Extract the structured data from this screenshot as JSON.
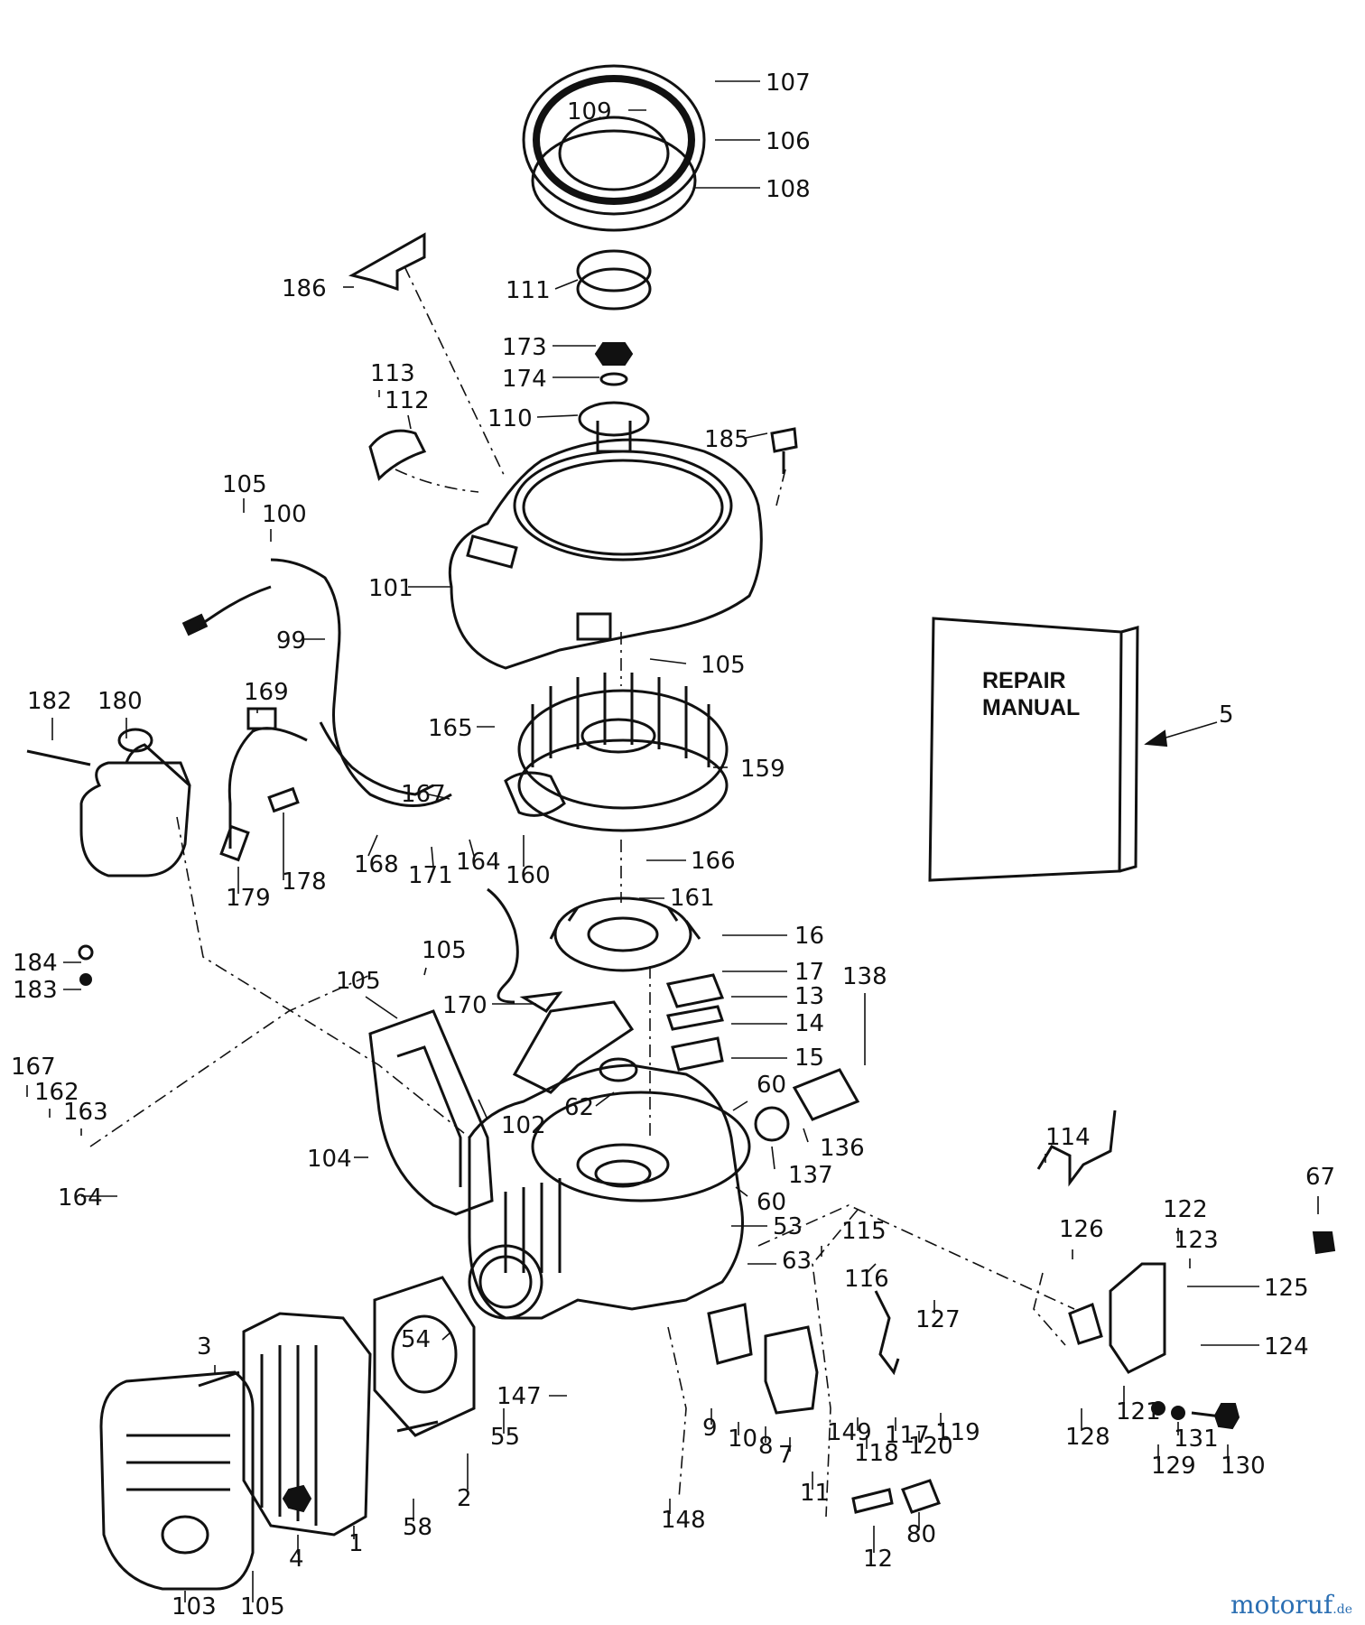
{
  "manual": {
    "line1": "REPAIR",
    "line2": "MANUAL"
  },
  "callouts": [
    "107",
    "109",
    "106",
    "108",
    "186",
    "111",
    "173",
    "174",
    "113",
    "112",
    "110",
    "185",
    "105",
    "100",
    "101",
    "99",
    "105",
    "182",
    "180",
    "169",
    "165",
    "159",
    "167",
    "179",
    "178",
    "168",
    "171",
    "164",
    "160",
    "166",
    "161",
    "184",
    "183",
    "105",
    "16",
    "17",
    "13",
    "14",
    "15",
    "138",
    "170",
    "105",
    "167",
    "162",
    "163",
    "164",
    "102",
    "62",
    "60",
    "136",
    "137",
    "104",
    "114",
    "60",
    "53",
    "63",
    "115",
    "126",
    "122",
    "123",
    "67",
    "125",
    "116",
    "127",
    "124",
    "54",
    "3",
    "147",
    "55",
    "9",
    "10",
    "8",
    "7",
    "11",
    "149",
    "118",
    "117",
    "120",
    "119",
    "128",
    "121",
    "129",
    "131",
    "130",
    "58",
    "2",
    "148",
    "12",
    "80",
    "4",
    "1",
    "103",
    "105",
    "5"
  ],
  "watermark": {
    "name": "motoruf",
    "tld": ".de"
  },
  "colors": {
    "ink": "#111111",
    "watermark": "#2b6fb3"
  }
}
